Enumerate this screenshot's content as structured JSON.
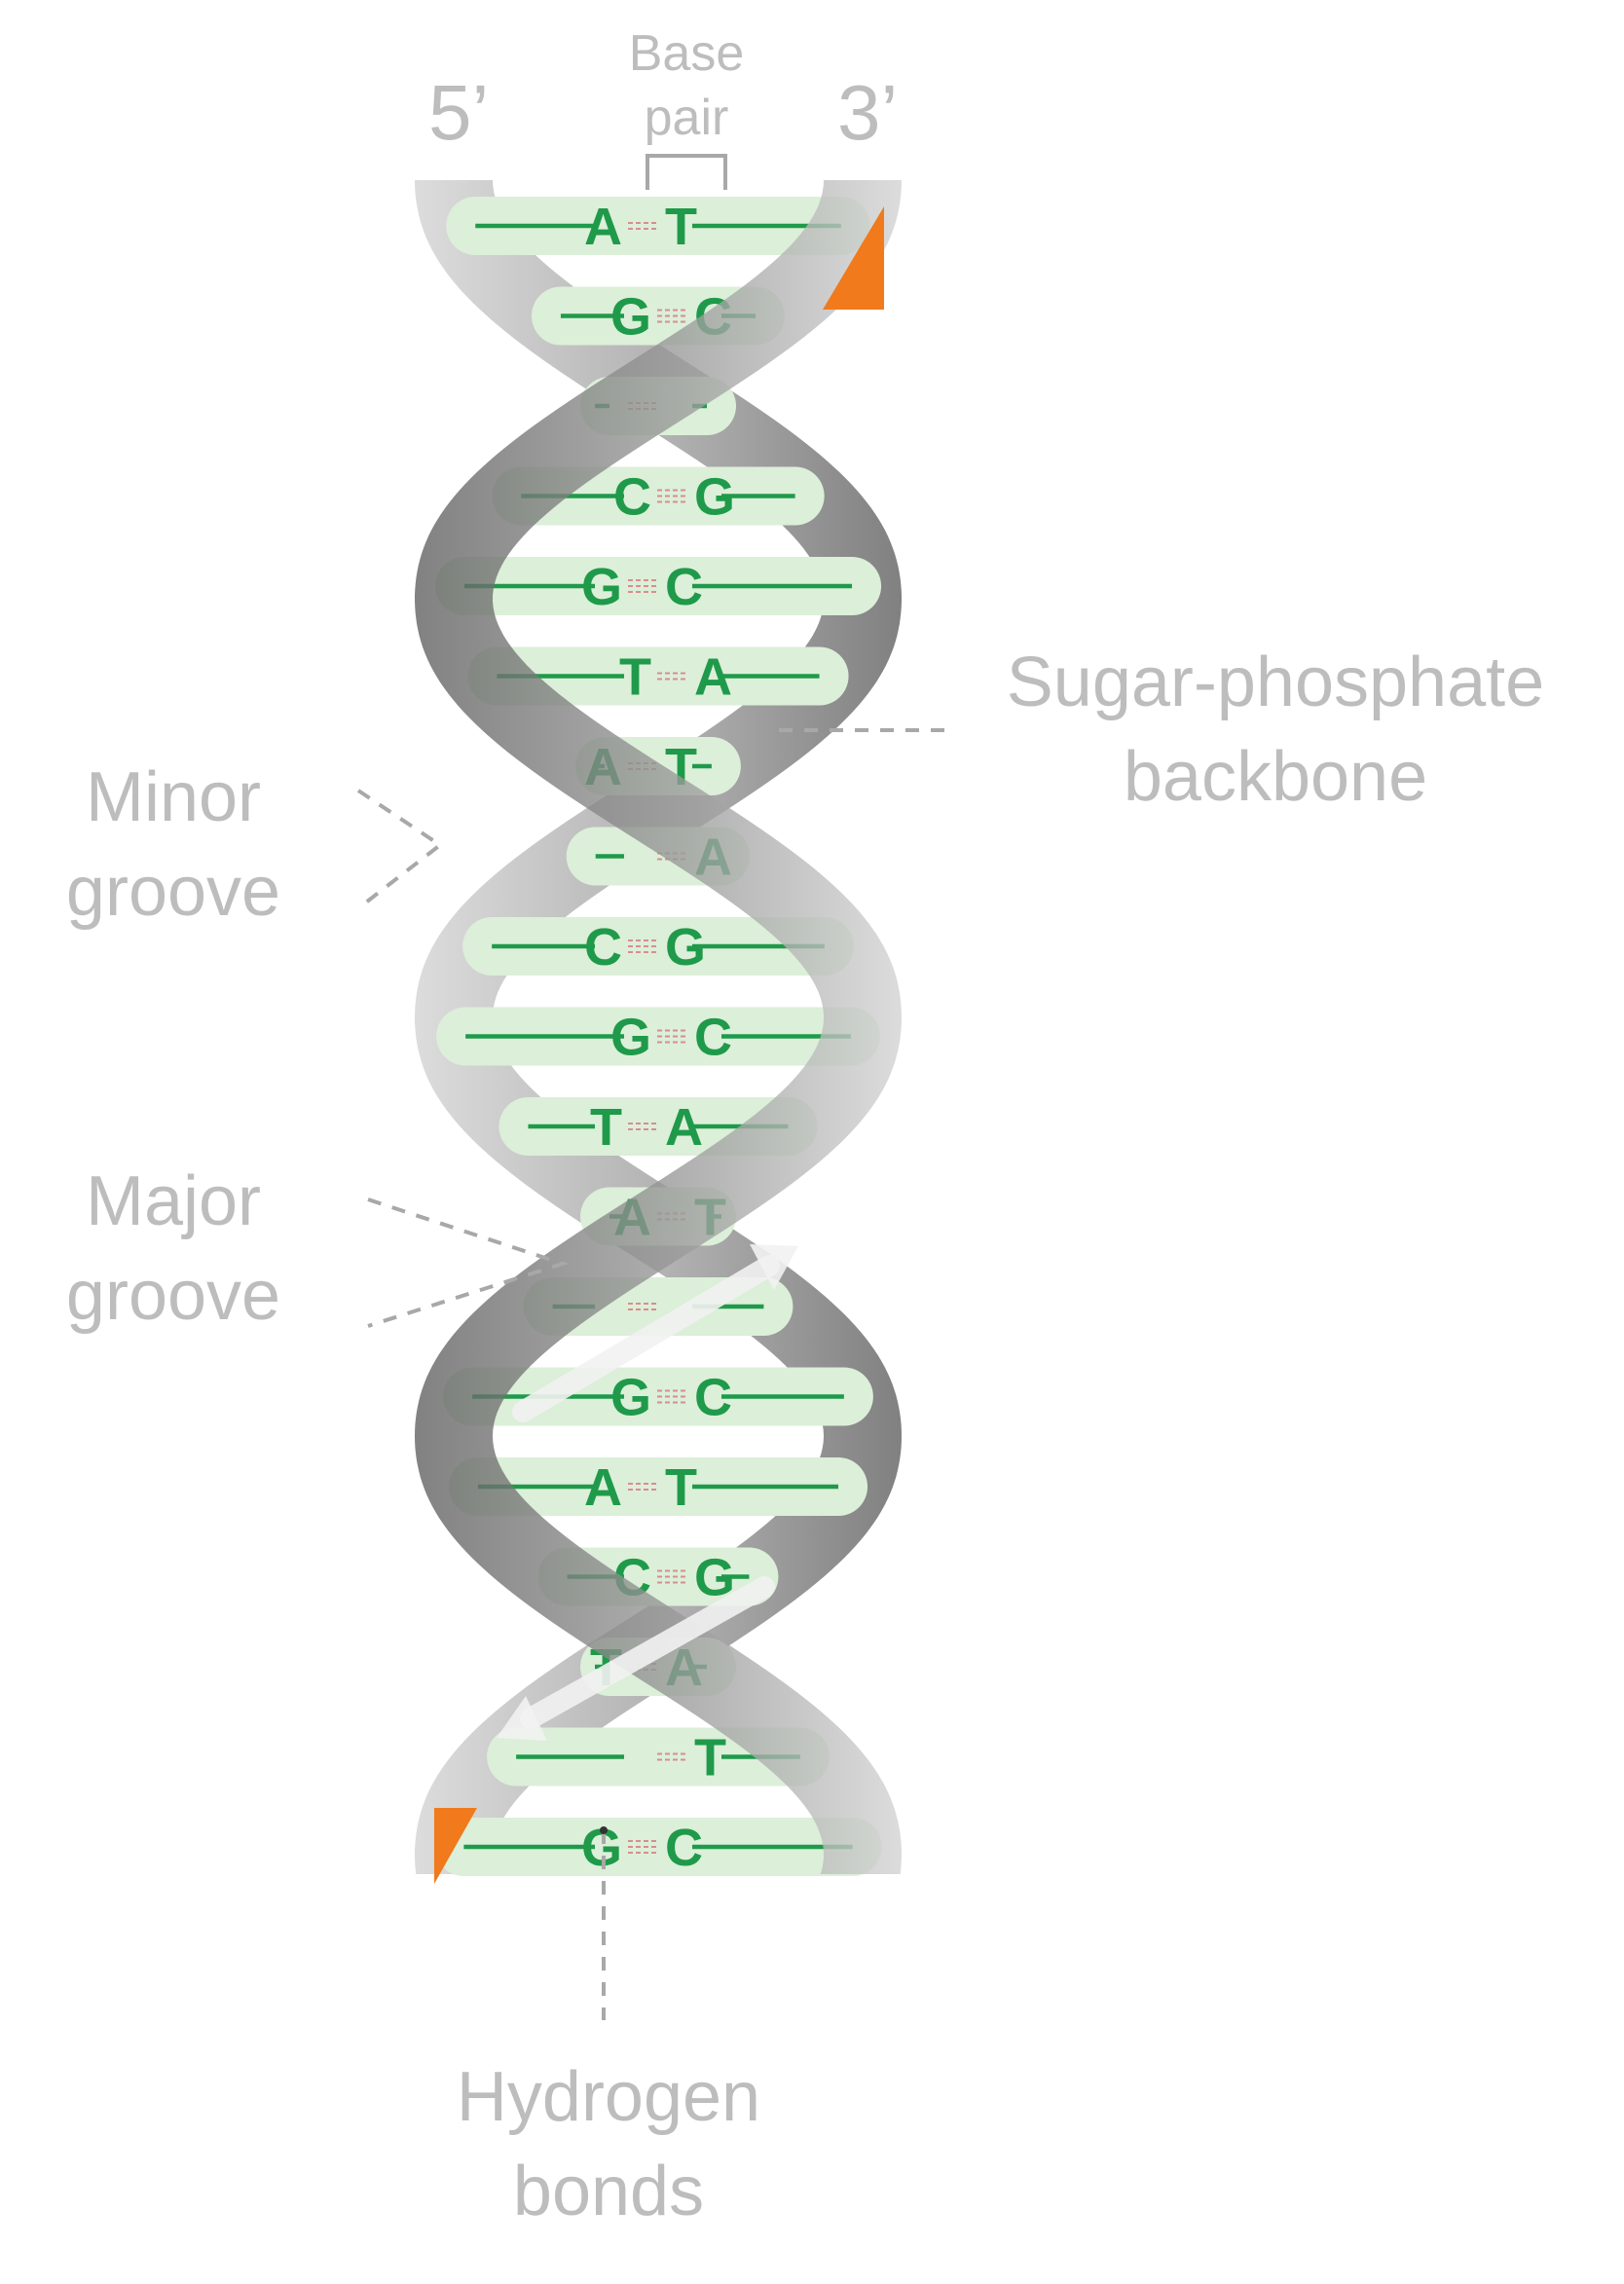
{
  "labels": {
    "five_prime": "5’",
    "three_prime": "3’",
    "base_pair_line1": "Base",
    "base_pair_line2": "pair",
    "sugar_line1": "Sugar-phosphate",
    "sugar_line2": "backbone",
    "minor_line1": "Minor",
    "minor_line2": "groove",
    "major_line1": "Major",
    "major_line2": "groove",
    "hydrogen_line1": "Hydrogen",
    "hydrogen_line2": "bonds"
  },
  "base_pairs": [
    {
      "left": "A",
      "right": "T",
      "bonds": 2
    },
    {
      "left": "G",
      "right": "C",
      "bonds": 3
    },
    {
      "left": "",
      "right": "",
      "bonds": 2
    },
    {
      "left": "C",
      "right": "G",
      "bonds": 3
    },
    {
      "left": "G",
      "right": "C",
      "bonds": 3
    },
    {
      "left": "T",
      "right": "A",
      "bonds": 2
    },
    {
      "left": "A",
      "right": "T",
      "bonds": 2
    },
    {
      "left": "",
      "right": "A",
      "bonds": 2
    },
    {
      "left": "C",
      "right": "G",
      "bonds": 3
    },
    {
      "left": "G",
      "right": "C",
      "bonds": 3
    },
    {
      "left": "T",
      "right": "A",
      "bonds": 2
    },
    {
      "left": "A",
      "right": "T",
      "bonds": 2
    },
    {
      "left": "",
      "right": "",
      "bonds": 2
    },
    {
      "left": "G",
      "right": "C",
      "bonds": 3
    },
    {
      "left": "A",
      "right": "T",
      "bonds": 2
    },
    {
      "left": "C",
      "right": "G",
      "bonds": 3
    },
    {
      "left": "T",
      "right": "A",
      "bonds": 2
    },
    {
      "left": "",
      "right": "T",
      "bonds": 2
    },
    {
      "left": "G",
      "right": "C",
      "bonds": 3
    }
  ],
  "colors": {
    "backbone_dark": "#6f6f6f",
    "backbone_light": "#c9c9c9",
    "base_text": "#1f9a4a",
    "rung_fill": "#dcefd9",
    "end_cap": "#f07a1c",
    "label": "#bdbdbd"
  }
}
